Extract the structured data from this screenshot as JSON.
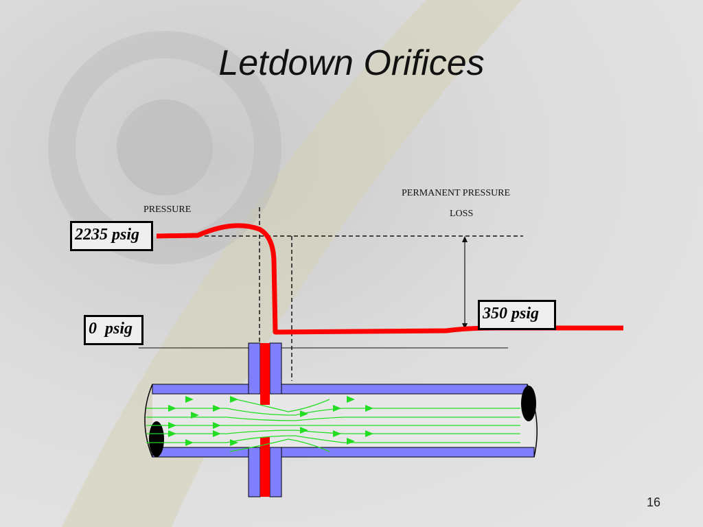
{
  "slide": {
    "title": "Letdown Orifices",
    "page_number": "16"
  },
  "labels": {
    "pressure": "PRESSURE",
    "permanent_loss_line1": "PERMANENT PRESSURE",
    "permanent_loss_line2": "LOSS"
  },
  "pressure_boxes": {
    "inlet": "2235 psig",
    "zero": "0  psig",
    "outlet": "350 psig"
  },
  "colors": {
    "pressure_curve": "#ff0000",
    "pipe_wall": "#8080ff",
    "flow_lines": "#22dd22",
    "orifice_plate": "#ff0000"
  }
}
